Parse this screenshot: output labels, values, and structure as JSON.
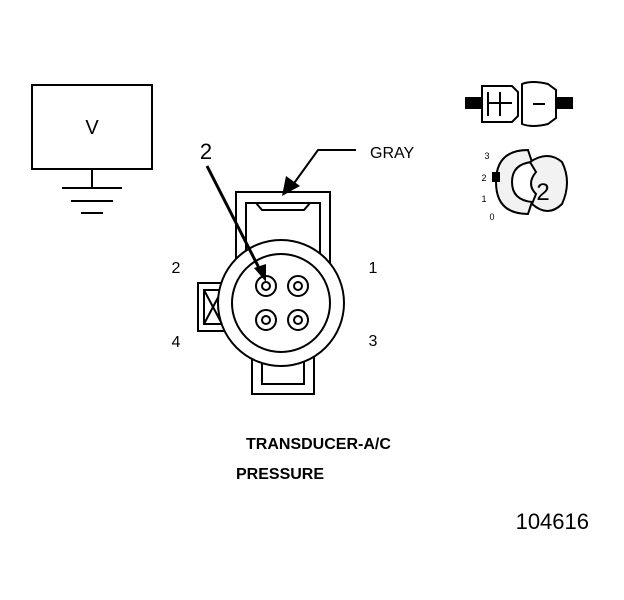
{
  "meter": {
    "label": "V"
  },
  "pointer": {
    "label": "2"
  },
  "wire": {
    "color_label": "GRAY"
  },
  "pins": {
    "p1": "1",
    "p2": "2",
    "p3": "3",
    "p4": "4"
  },
  "dial": {
    "t3": "3",
    "t2": "2",
    "t1": "1",
    "t0": "0",
    "selected": "2"
  },
  "caption": {
    "line1": "TRANSDUCER-A/C",
    "line2": "PRESSURE"
  },
  "figure_id": "104616",
  "colors": {
    "ink": "#000000",
    "dial_fill": "#f2f2f2",
    "background": "#ffffff"
  }
}
